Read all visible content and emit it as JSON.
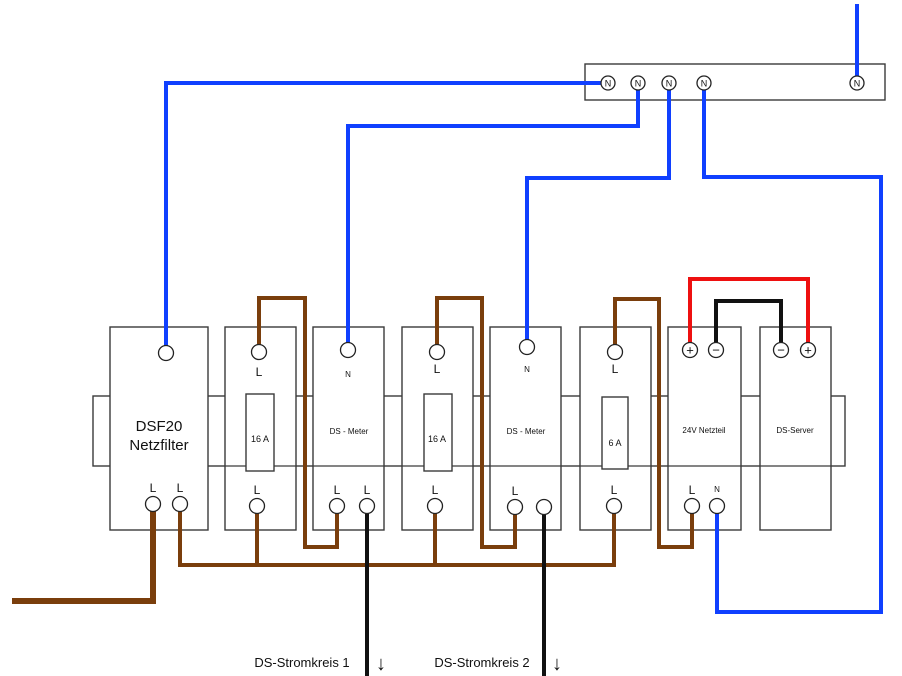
{
  "neutral_bar": {
    "terminal_label": "N"
  },
  "filter": {
    "name_line1": "DSF20",
    "name_line2": "Netzfilter",
    "l1": "L",
    "l2": "L"
  },
  "fuse1": {
    "top": "L",
    "rating": "16 A",
    "bottom": "L"
  },
  "meter1": {
    "top": "N",
    "name": "DS - Meter",
    "l1": "L",
    "l2": "L"
  },
  "fuse2": {
    "top": "L",
    "rating": "16 A",
    "bottom": "L"
  },
  "meter2": {
    "top": "N",
    "name": "DS - Meter",
    "l1": "L"
  },
  "fuse3": {
    "top": "L",
    "rating": "6 A",
    "bottom": "L"
  },
  "psu": {
    "name": "24V Netzteil",
    "plus": "+",
    "minus": "−",
    "l": "L",
    "n": "N"
  },
  "server": {
    "name": "DS-Server",
    "minus": "−",
    "plus": "+"
  },
  "circuits": {
    "c1": "DS-Stromkreis 1",
    "c2": "DS-Stromkreis 2",
    "arrow": "↓"
  },
  "colors": {
    "neutral": "#1040ff",
    "phase": "#7a3e0c",
    "positive": "#ee1010",
    "negative": "#111111"
  }
}
